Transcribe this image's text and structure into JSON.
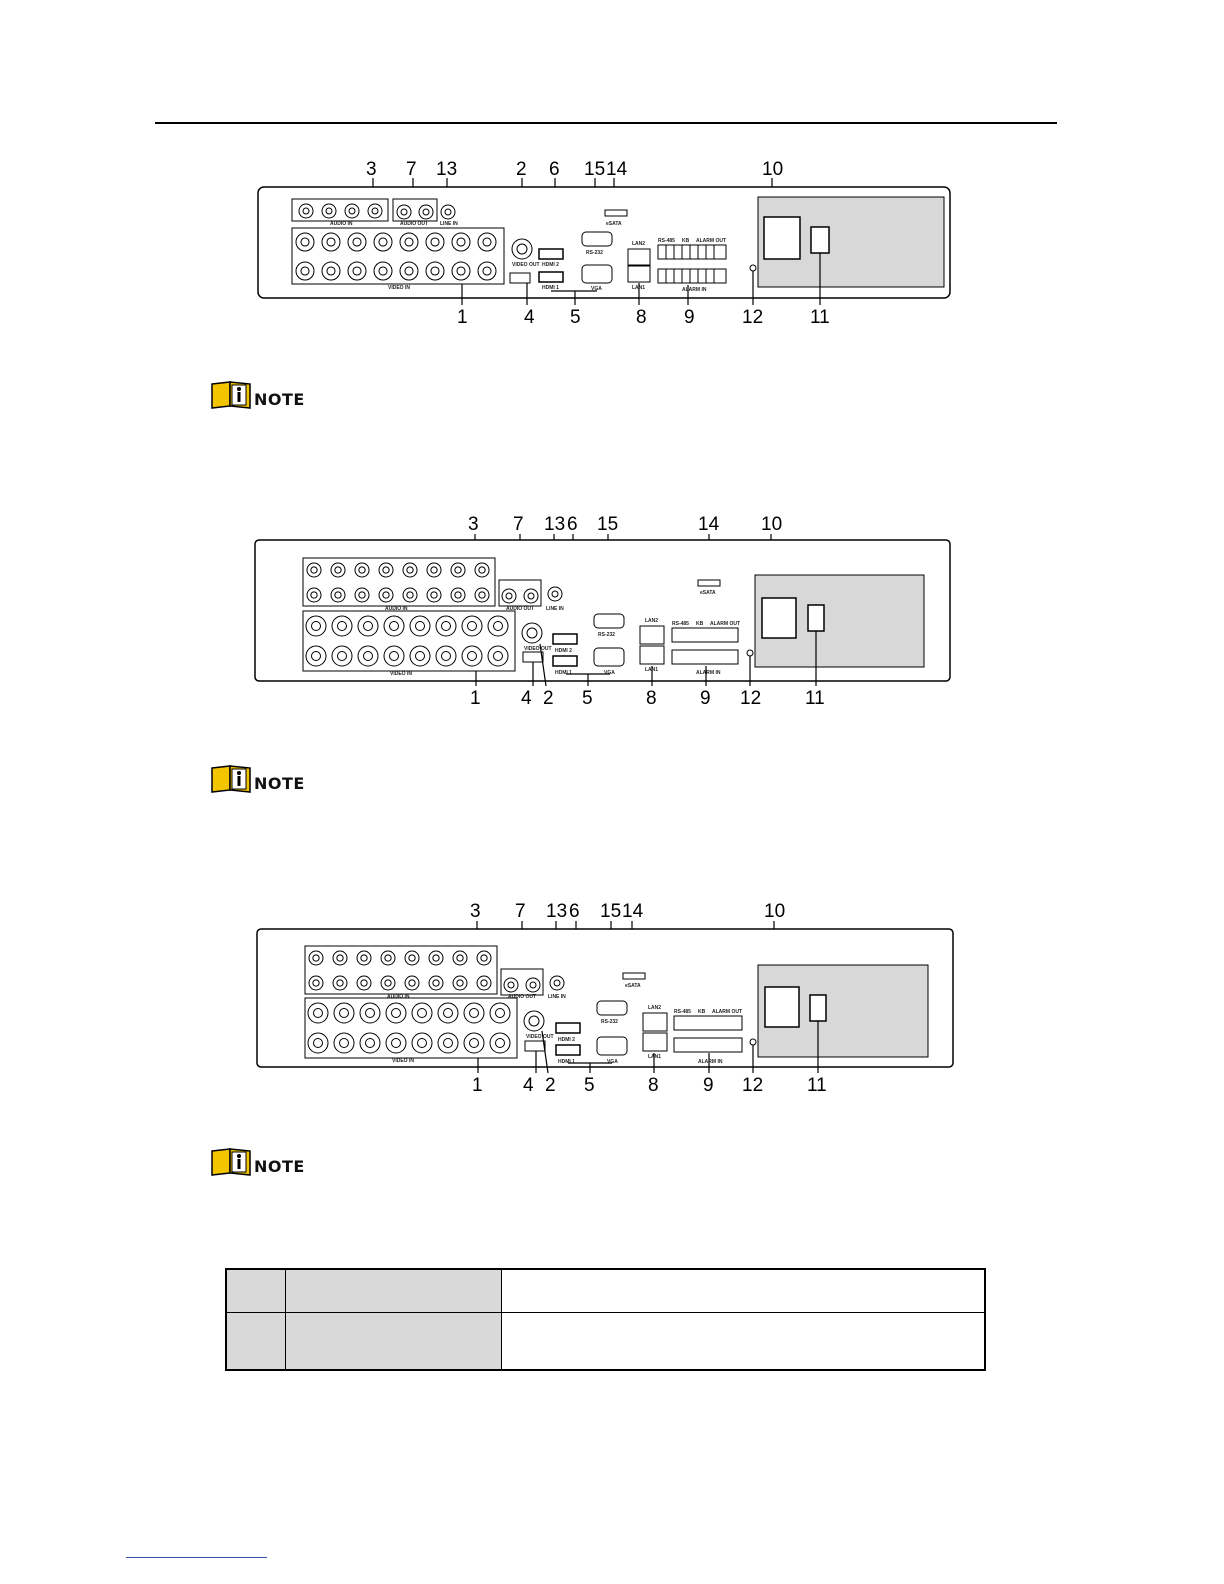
{
  "figures": [
    {
      "panel_labels": {
        "audio_in": "AUDIO IN",
        "audio_out": "AUDIO OUT",
        "line_in": "LINE IN",
        "video_in": "VIDEO IN",
        "video_out": "VIDEO OUT",
        "hdmi2": "HDMI 2",
        "hdmi1": "HDMI 1",
        "vga": "VGA",
        "rs232": "RS-232",
        "esata": "eSATA",
        "lan2": "LAN2",
        "lan1": "LAN1",
        "rs485": "RS-485",
        "kb": "KB",
        "alarm_out": "ALARM OUT",
        "alarm_in": "ALARM IN"
      },
      "callouts_top": [
        "3",
        "7",
        "13",
        "2",
        "6",
        "15",
        "14",
        "10"
      ],
      "callouts_bottom": [
        "1",
        "4",
        "5",
        "8",
        "9",
        "12",
        "11"
      ]
    },
    {
      "panel_labels": {
        "audio_in": "AUDIO IN",
        "audio_out": "AUDIO OUT",
        "line_in": "LINE IN",
        "video_in": "VIDEO IN",
        "video_out": "VIDEO OUT",
        "hdmi2": "HDMI 2",
        "hdmi1": "HDMI 1",
        "vga": "VGA",
        "rs232": "RS-232",
        "esata": "eSATA",
        "lan2": "LAN2",
        "lan1": "LAN1",
        "rs485": "RS-485",
        "kb": "KB",
        "alarm_out": "ALARM OUT",
        "alarm_in": "ALARM IN"
      },
      "callouts_top": [
        "3",
        "7",
        "13",
        "6",
        "15",
        "14",
        "10"
      ],
      "callouts_bottom": [
        "1",
        "4",
        "2",
        "5",
        "8",
        "9",
        "12",
        "11"
      ]
    },
    {
      "panel_labels": {
        "audio_in": "AUDIO IN",
        "audio_out": "AUDIO OUT",
        "line_in": "LINE IN",
        "video_in": "VIDEO IN",
        "video_out": "VIDEO OUT",
        "hdmi2": "HDMI 2",
        "hdmi1": "HDMI 1",
        "vga": "VGA",
        "rs232": "RS-232",
        "esata": "eSATA",
        "lan2": "LAN2",
        "lan1": "LAN1",
        "rs485": "RS-485",
        "kb": "KB",
        "alarm_out": "ALARM OUT",
        "alarm_in": "ALARM IN"
      },
      "callouts_top": [
        "3",
        "7",
        "13",
        "6",
        "15",
        "14",
        "10"
      ],
      "callouts_bottom": [
        "1",
        "4",
        "2",
        "5",
        "8",
        "9",
        "12",
        "11"
      ]
    }
  ],
  "notes": [
    {
      "label": "NOTE"
    },
    {
      "label": "NOTE"
    },
    {
      "label": "NOTE"
    }
  ],
  "table": {
    "rows": [
      {
        "no": "",
        "name": "",
        "description": ""
      },
      {
        "no": "",
        "name": "",
        "description": ""
      }
    ]
  }
}
